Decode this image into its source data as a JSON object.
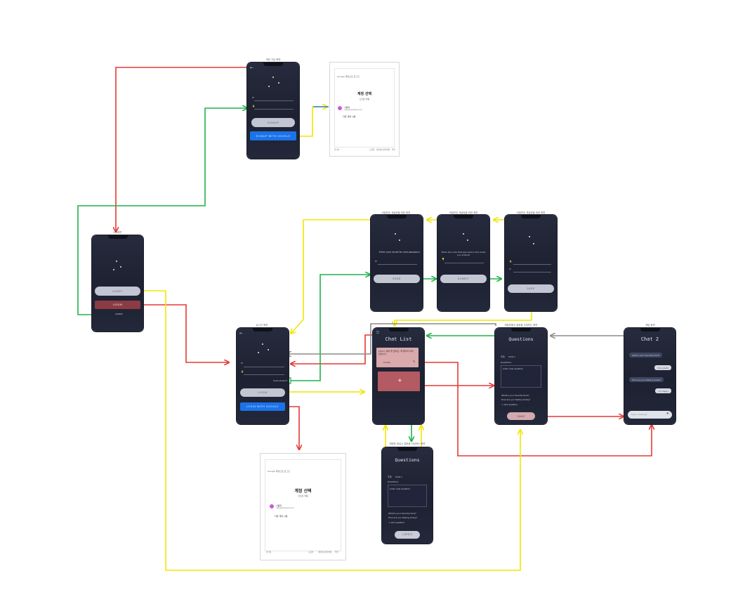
{
  "screens": {
    "signup": {
      "caption": "계정 가입 화면",
      "signup_label": "SIGNUP",
      "google_label": "SIGNUP WITH GOOGLE"
    },
    "google_signup": {
      "header": "Google 계정으로 로그인",
      "title": "계정 선택",
      "subtitle": "(으)로 이동",
      "account_name": "사용자",
      "account_email": "user@example.com",
      "other_account": "다른 계정 사용",
      "footer_lang": "한국어",
      "footer_links": [
        "도움말",
        "개인정보처리방침",
        "약관"
      ]
    },
    "start": {
      "caption": "시작화면",
      "guest_label": "GUEST",
      "login_label": "LOGIN",
      "signup_link": "SIGNUP"
    },
    "find_password": {
      "caption": "비밀번호 재설정을 위한 화면",
      "prompt": "Enter your email for new password",
      "send_label": "SEND"
    },
    "verify": {
      "caption": "비밀번호 재설정을 위한 화면",
      "prompt": "Enter the code that was sent to the email you entered",
      "submit_label": "SUBMIT"
    },
    "reset": {
      "caption": "비밀번호 재설정을 위한 화면",
      "save_label": "SAVE"
    },
    "login": {
      "caption": "로그인 화면",
      "forgot_link": "forgot password",
      "login_label": "LOGIN",
      "google_label": "LOGIN WITH GOOGLE"
    },
    "google_login": {
      "header": "Google 계정으로 로그인",
      "title": "계정 선택",
      "subtitle": "(으)로 이동",
      "account_name": "사용자",
      "account_email": "user@example.com",
      "other_account": "다른 계정 사용",
      "footer_lang": "한국어",
      "footer_links": [
        "도움말",
        "개인정보처리방침",
        "약관"
      ]
    },
    "chat_list": {
      "caption": "",
      "title": "Chat List",
      "card_text": "Chat 1 에서 줄 없어요. 제 줄어지 하지 않습니다.",
      "card_tag": "Private",
      "add_symbol": "+"
    },
    "questions_edit": {
      "caption": "채팅방에서 질문을 수정하는 화면",
      "title": "Questions",
      "field_1": "주제",
      "field_2": "Chat 1",
      "q_label": "Questions",
      "q_text": "enter new question",
      "q1": "What's your favorite food?",
      "q2": "How are you feeling today?",
      "add_link": "+ add question",
      "save_label": "SAVE"
    },
    "questions_new": {
      "caption": "채팅방 생성시 질문을 작성하는 화면",
      "title": "Questions",
      "field_1": "주제",
      "field_2": "Chat 1",
      "q_label": "Questions",
      "q_text": "enter new question",
      "q1": "What's your favorite food?",
      "q2": "How are you feeling today?",
      "add_link": "+ add question",
      "start_label": "시작하기"
    },
    "chat": {
      "caption": "채팅 화면",
      "title": "Chat 2",
      "messages": [
        "what's your favorite food?",
        "I like pasta",
        "How are you feeling today?",
        "I'm happy"
      ],
      "input_placeholder": "type a message"
    }
  },
  "colors": {
    "phone_bg": "#1f2333",
    "arrow_red": "#e53935",
    "arrow_green": "#1fb34a",
    "arrow_yellow": "#f2e600",
    "arrow_gray": "#8c8c8c",
    "arrow_blue": "#2f7bd8"
  }
}
